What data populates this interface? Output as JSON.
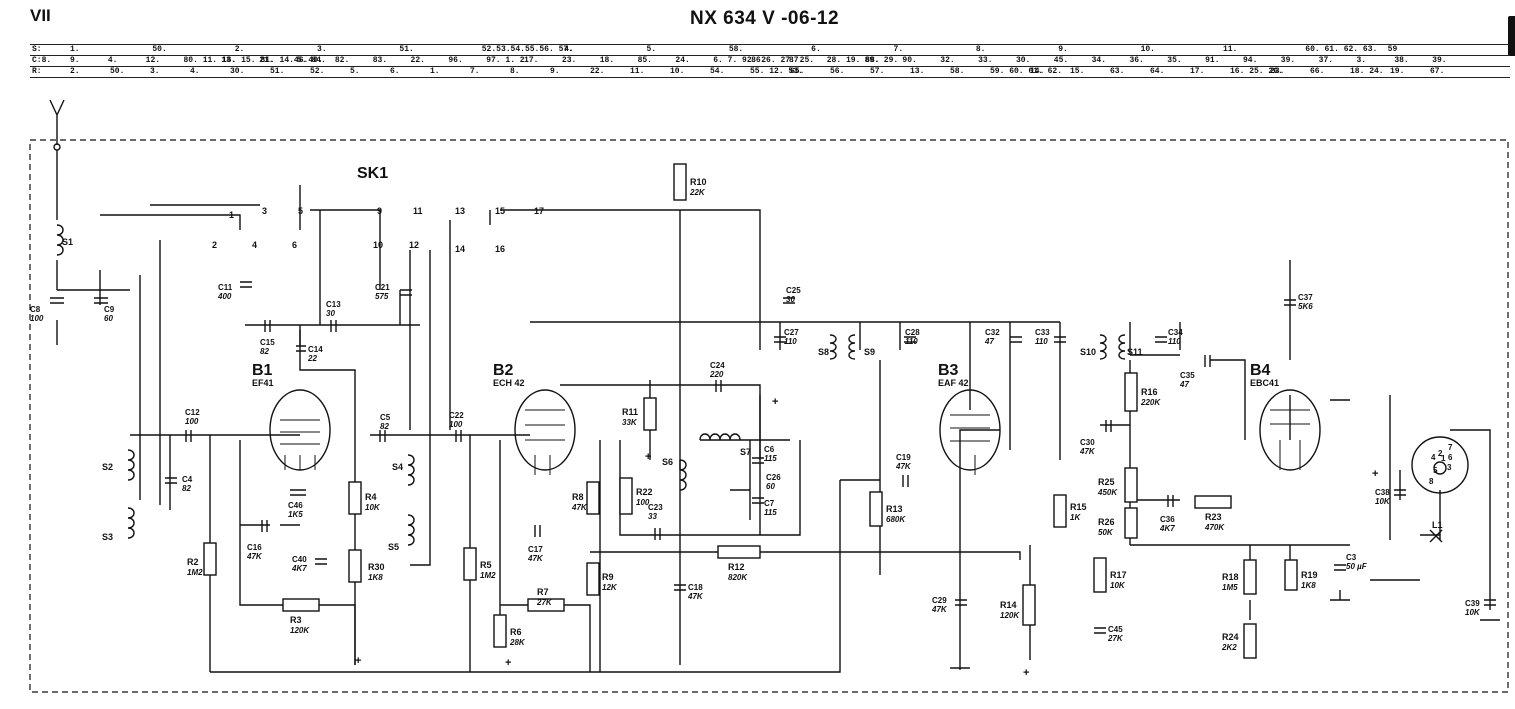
{
  "header": {
    "page_mark": "VII",
    "title": "NX 634 V -06-12"
  },
  "index_table": {
    "rows": [
      {
        "label": "S:",
        "cells": [
          "1.",
          "50.",
          "2.",
          "3.",
          "51.",
          "52.53.54.55.56. 57.",
          "4.",
          "5.",
          "58.",
          "6.",
          "7.",
          "8.",
          "9.",
          "10.",
          "11.",
          "60. 61. 62. 63.",
          "59"
        ]
      },
      {
        "label": "C:8.",
        "cells": [
          "9.",
          "4.",
          "12.",
          "80. 11. 16. 15. 81. 14.46.40.",
          "13.",
          "21.",
          "5. 84.",
          "82.",
          "83.",
          "22.",
          "96.",
          "97. 1. 2.",
          "17.",
          "23.",
          "18.",
          "85.",
          "24.",
          "6. 7. 92. 26. 27. 25.",
          "86.",
          "87.",
          "28. 19. 88.",
          "89. 29.",
          "90.",
          "32.",
          "33.",
          "30.",
          "45.",
          "34.",
          "36.",
          "35.",
          "91.",
          "94.",
          "39.",
          "37.",
          "3.",
          "38.",
          "39."
        ]
      },
      {
        "label": "R:",
        "cells": [
          "2.",
          "50.",
          "3.",
          "4.",
          "30.",
          "51.",
          "52.",
          "5.",
          "6.",
          "1.",
          "7.",
          "8.",
          "9.",
          "22.",
          "11.",
          "10.",
          "54.",
          "55. 12. 53.",
          "65.",
          "56.",
          "57.",
          "13.",
          "58.",
          "59. 60. 61. 62.",
          "14.",
          "15.",
          "63.",
          "64.",
          "17.",
          "16. 25. 26.",
          "23.",
          "66.",
          "18. 24.",
          "19.",
          "67."
        ]
      }
    ]
  },
  "switch": {
    "label": "SK1",
    "contacts": [
      "1",
      "2",
      "3",
      "4",
      "5",
      "6",
      "9",
      "10",
      "11",
      "12",
      "13",
      "14",
      "15",
      "16",
      "17"
    ]
  },
  "tubes": [
    {
      "ref": "B1",
      "type": "EF41"
    },
    {
      "ref": "B2",
      "type": "ECH 42"
    },
    {
      "ref": "B3",
      "type": "EAF 42"
    },
    {
      "ref": "B4",
      "type": "EBC41"
    }
  ],
  "coils": [
    "S1",
    "S2",
    "S3",
    "S4",
    "S5",
    "S6",
    "S7",
    "S8",
    "S9",
    "S10",
    "S11"
  ],
  "resistors": [
    {
      "ref": "R2",
      "value": "1M2"
    },
    {
      "ref": "R3",
      "value": "120K"
    },
    {
      "ref": "R4",
      "value": "10K"
    },
    {
      "ref": "R30",
      "value": "1K8"
    },
    {
      "ref": "R5",
      "value": "1M2"
    },
    {
      "ref": "R6",
      "value": "28K"
    },
    {
      "ref": "R7",
      "value": "27K"
    },
    {
      "ref": "R8",
      "value": "47K"
    },
    {
      "ref": "R9",
      "value": "12K"
    },
    {
      "ref": "R10",
      "value": "22K"
    },
    {
      "ref": "R11",
      "value": "33K"
    },
    {
      "ref": "R12",
      "value": "820K"
    },
    {
      "ref": "R13",
      "value": "680K"
    },
    {
      "ref": "R14",
      "value": "120K"
    },
    {
      "ref": "R15",
      "value": "1K"
    },
    {
      "ref": "R16",
      "value": "220K"
    },
    {
      "ref": "R17",
      "value": "10K"
    },
    {
      "ref": "R18",
      "value": "1M5"
    },
    {
      "ref": "R19",
      "value": "1K8"
    },
    {
      "ref": "R22",
      "value": "100"
    },
    {
      "ref": "R23",
      "value": "470K"
    },
    {
      "ref": "R24",
      "value": "2K2"
    },
    {
      "ref": "R25",
      "value": "450K"
    },
    {
      "ref": "R26",
      "value": "50K"
    }
  ],
  "capacitors": [
    {
      "ref": "C8",
      "value": "100"
    },
    {
      "ref": "C9",
      "value": "60"
    },
    {
      "ref": "C11",
      "value": "400"
    },
    {
      "ref": "C15",
      "value": "82"
    },
    {
      "ref": "C13",
      "value": "30"
    },
    {
      "ref": "C14",
      "value": "22"
    },
    {
      "ref": "C21",
      "value": "575"
    },
    {
      "ref": "C12",
      "value": "100"
    },
    {
      "ref": "C4",
      "value": "82"
    },
    {
      "ref": "C46",
      "value": "1K5"
    },
    {
      "ref": "C16",
      "value": "47K"
    },
    {
      "ref": "C40",
      "value": "4K7"
    },
    {
      "ref": "C5",
      "value": "82"
    },
    {
      "ref": "C22",
      "value": "100"
    },
    {
      "ref": "C17",
      "value": "47K"
    },
    {
      "ref": "C24",
      "value": "220"
    },
    {
      "ref": "C23",
      "value": "33"
    },
    {
      "ref": "C6",
      "value": "115"
    },
    {
      "ref": "C26",
      "value": "60"
    },
    {
      "ref": "C7",
      "value": "115"
    },
    {
      "ref": "C18",
      "value": "47K"
    },
    {
      "ref": "C25",
      "value": "30"
    },
    {
      "ref": "C27",
      "value": "110"
    },
    {
      "ref": "C28",
      "value": "110"
    },
    {
      "ref": "C19",
      "value": "47K"
    },
    {
      "ref": "C32",
      "value": "47"
    },
    {
      "ref": "C33",
      "value": "110"
    },
    {
      "ref": "C34",
      "value": "110"
    },
    {
      "ref": "C29",
      "value": "47K"
    },
    {
      "ref": "C30",
      "value": "47K"
    },
    {
      "ref": "C35",
      "value": "47"
    },
    {
      "ref": "C36",
      "value": "4K7"
    },
    {
      "ref": "C45",
      "value": "27K"
    },
    {
      "ref": "C37",
      "value": "5K6"
    },
    {
      "ref": "C38",
      "value": "10K"
    },
    {
      "ref": "C3",
      "value": "50 µF"
    },
    {
      "ref": "C39",
      "value": "10K"
    }
  ],
  "misc": {
    "lamp": "L1",
    "plus": "+",
    "connector_pins": [
      "1",
      "2",
      "3",
      "4",
      "5",
      "6",
      "7",
      "8"
    ]
  }
}
